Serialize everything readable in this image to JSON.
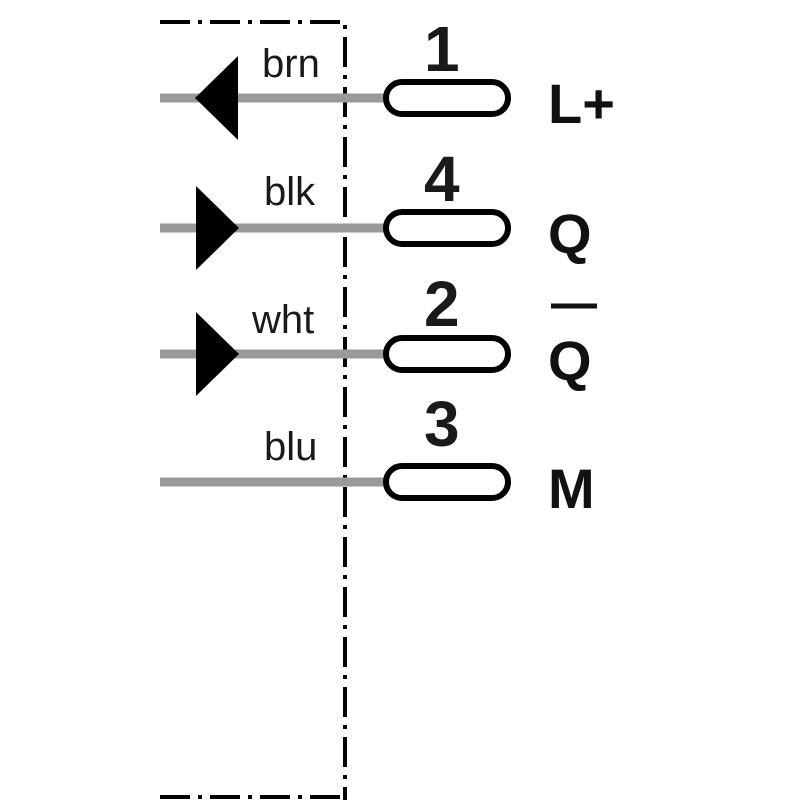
{
  "colors": {
    "wire": "#999999",
    "ink": "#000000",
    "background": "#ffffff"
  },
  "connections": [
    {
      "wire_color": "brn",
      "pin": "1",
      "signal": "L+",
      "arrow": "left"
    },
    {
      "wire_color": "blk",
      "pin": "4",
      "signal": "Q",
      "arrow": "right"
    },
    {
      "wire_color": "wht",
      "pin": "2",
      "signal": "Q",
      "signal_overbar": true,
      "arrow": "right"
    },
    {
      "wire_color": "blu",
      "pin": "3",
      "signal": "M",
      "arrow": "none"
    }
  ]
}
